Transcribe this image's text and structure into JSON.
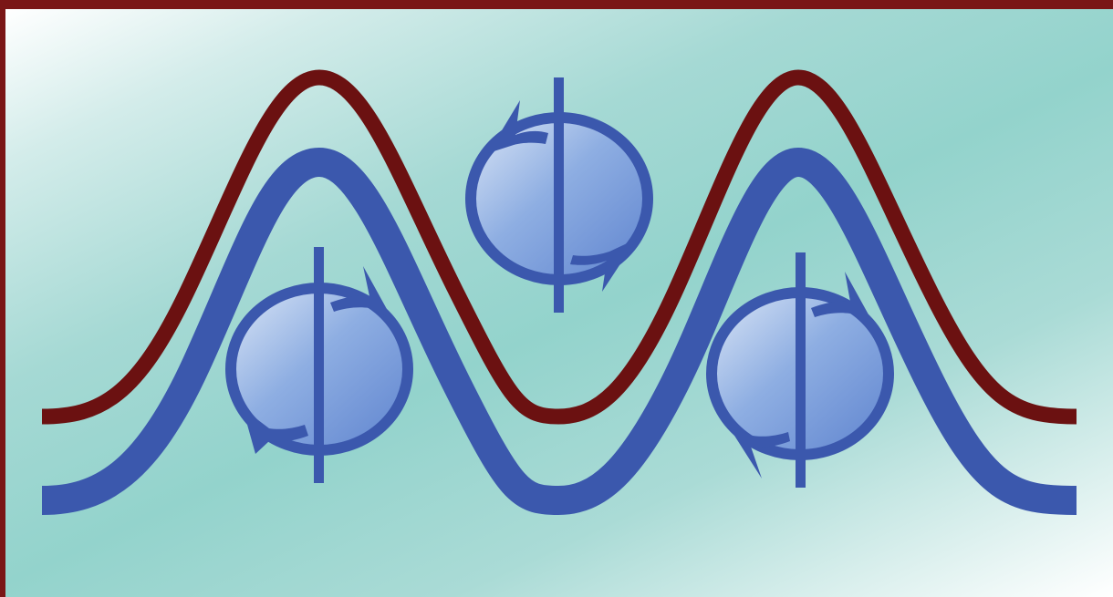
{
  "figure": {
    "description_free": true,
    "colors": {
      "frame": "#7a1616",
      "upper_wave": "#6b1111",
      "lower_wave": "#3b58ad",
      "spin_outline": "#3b58ad",
      "spin_fill_light": "#dbe6f6",
      "spin_fill_dark": "#6f92d6",
      "background_light": "#ffffff",
      "background_teal": "#93d3cc"
    },
    "elements": {
      "upper_wave": "upper-potential-wave",
      "lower_wave": "lower-potential-wave",
      "spins": [
        "spin-left",
        "spin-center",
        "spin-right"
      ]
    }
  }
}
